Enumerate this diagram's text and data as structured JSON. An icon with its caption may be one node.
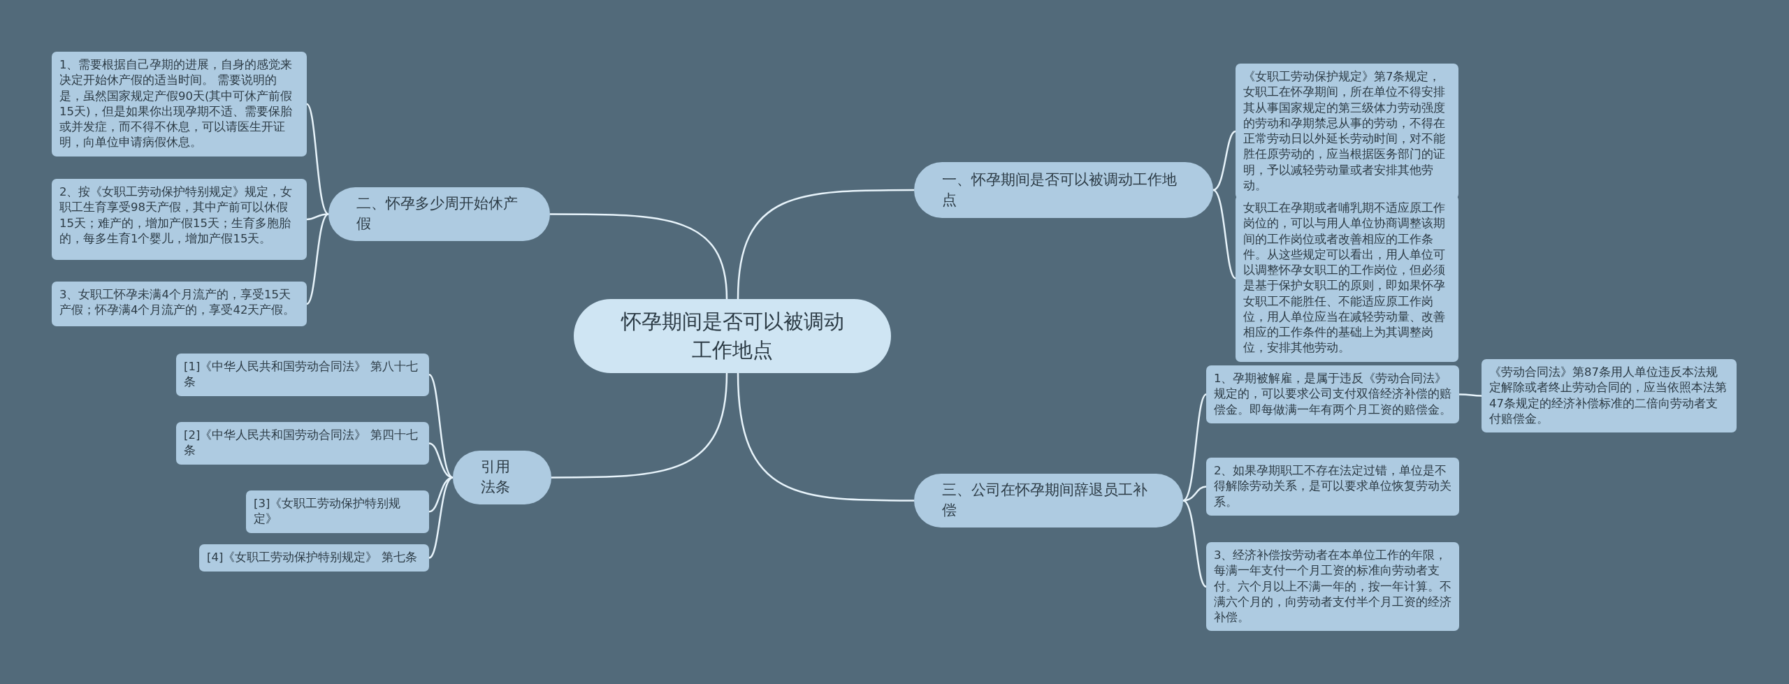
{
  "diagram": {
    "nodes": [
      {
        "text": [
          "怀孕期间是否可以被调动工作地点"
        ]
      },
      {
        "text": [
          "一、怀孕期间是否可以被调动工作地点"
        ]
      },
      {
        "text": [
          "《女职工劳动保护规定》第7条规定，女职工在怀孕期间，所在单位不得安排其从事国家规定的第三级体力劳动强度的劳动和孕期禁忌从事的劳动，不得在正常劳动日以外延长劳动时间，对不能胜任原劳动的，应当根据医务部门的证明，予以减轻劳动量或者安排其他劳动。"
        ]
      },
      {
        "text": [
          "女职工在孕期或者哺乳期不适应原工作岗位的，可以与用人单位协商调整该期间的工作岗位或者改善相应的工作条件。从这些规定可以看出，用人单位可以调整怀孕女职工的工作岗位，但必须是基于保护女职工的原则，即如果怀孕女职工不能胜任、不能适应原工作岗位，用人单位应当在减轻劳动量、改善相应的工作条件的基础上为其调整岗位，安排其他劳动。"
        ]
      },
      {
        "text": [
          "三、公司在怀孕期间辞退员工补偿"
        ]
      },
      {
        "text": [
          "1、孕期被解雇，是属于违反《劳动合同法》规定的，可以要求公司支付双倍经济补偿的赔偿金。即每做满一年有两个月工资的赔偿金。"
        ]
      },
      {
        "text": [
          "《劳动合同法》第87条用人单位违反本法规定解除或者终止劳动合同的，应当依照本法第47条规定的经济补偿标准的二倍向劳动者支付赔偿金。"
        ]
      },
      {
        "text": [
          "2、如果孕期职工不存在法定过错，单位是不得解除劳动关系，是可以要求单位恢复劳动关系。"
        ]
      },
      {
        "text": [
          "3、经济补偿按劳动者在本单位工作的年限，每满一年支付一个月工资的标准向劳动者支付。六个月以上不满一年的，按一年计算。不满六个月的，向劳动者支付半个月工资的经济补偿。"
        ]
      },
      {
        "text": [
          "二、怀孕多少周开始休产假"
        ]
      },
      {
        "text": [
          "1、需要根据自己孕期的进展，自身的感觉来决定开始休产假的适当时间。 需要说明的是，虽然国家规定产假90天(其中可休产前假15天)，但是如果你出现孕期不适、需要保胎或并发症，而不得不休息，可以请医生开证明，向单位申请病假休息。"
        ]
      },
      {
        "text": [
          "2、按《女职工劳动保护特别规定》规定，女职工生育享受98天产假，其中产前可以休假15天；难产的，增加产假15天；生育多胞胎的，每多生育1个婴儿，增加产假15天。"
        ]
      },
      {
        "text": [
          "3、女职工怀孕未满4个月流产的，享受15天产假；怀孕满4个月流产的，享受42天产假。"
        ]
      },
      {
        "text": [
          "引用法条"
        ]
      },
      {
        "text": [
          "[1]《中华人民共和国劳动合同法》 第八十七条"
        ]
      },
      {
        "text": [
          "[2]《中华人民共和国劳动合同法》 第四十七条"
        ]
      },
      {
        "text": [
          "[3]《女职工劳动保护特别规定》"
        ]
      },
      {
        "text": [
          "[4]《女职工劳动保护特别规定》 第七条"
        ]
      }
    ],
    "edges": [
      {
        "from": 0,
        "to": 1,
        "arrow": "none"
      },
      {
        "from": 1,
        "to": 2,
        "arrow": "none"
      },
      {
        "from": 1,
        "to": 3,
        "arrow": "none"
      },
      {
        "from": 0,
        "to": 4,
        "arrow": "none"
      },
      {
        "from": 4,
        "to": 5,
        "arrow": "none"
      },
      {
        "from": 5,
        "to": 6,
        "arrow": "none"
      },
      {
        "from": 4,
        "to": 7,
        "arrow": "none"
      },
      {
        "from": 4,
        "to": 8,
        "arrow": "none"
      },
      {
        "from": 0,
        "to": 9,
        "arrow": "none"
      },
      {
        "from": 9,
        "to": 10,
        "arrow": "none"
      },
      {
        "from": 9,
        "to": 11,
        "arrow": "none"
      },
      {
        "from": 9,
        "to": 12,
        "arrow": "none"
      },
      {
        "from": 0,
        "to": 13,
        "arrow": "none"
      },
      {
        "from": 13,
        "to": 14,
        "arrow": "none"
      },
      {
        "from": 13,
        "to": 15,
        "arrow": "none"
      },
      {
        "from": 13,
        "to": 16,
        "arrow": "none"
      },
      {
        "from": 13,
        "to": 17,
        "arrow": "none"
      }
    ]
  }
}
